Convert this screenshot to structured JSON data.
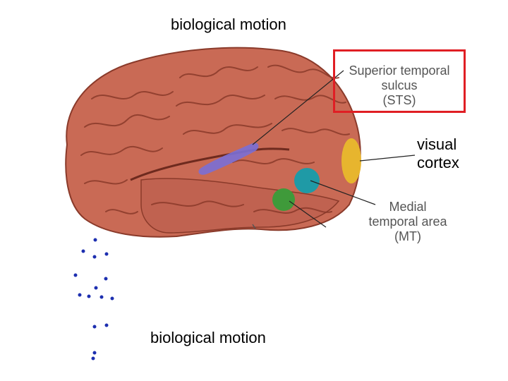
{
  "labels": {
    "top_title": "biological motion",
    "bottom_title": "biological motion",
    "visual_cortex": [
      "visual",
      "cortex"
    ],
    "sts": [
      "Superior temporal",
      "sulcus",
      "(STS)"
    ],
    "mt": [
      "Medial",
      "temporal area",
      "(MT)"
    ]
  },
  "colors": {
    "brain": "#c96a55",
    "brain_folds": "#8a3a2a",
    "sts_region": "#7a6fd6",
    "mt_region": "#1f9aa6",
    "green_region": "#3f9a3a",
    "visual_cortex_region": "#e7b52e",
    "highlight_box": "#e01e24",
    "dots": "#1d2fb0"
  }
}
